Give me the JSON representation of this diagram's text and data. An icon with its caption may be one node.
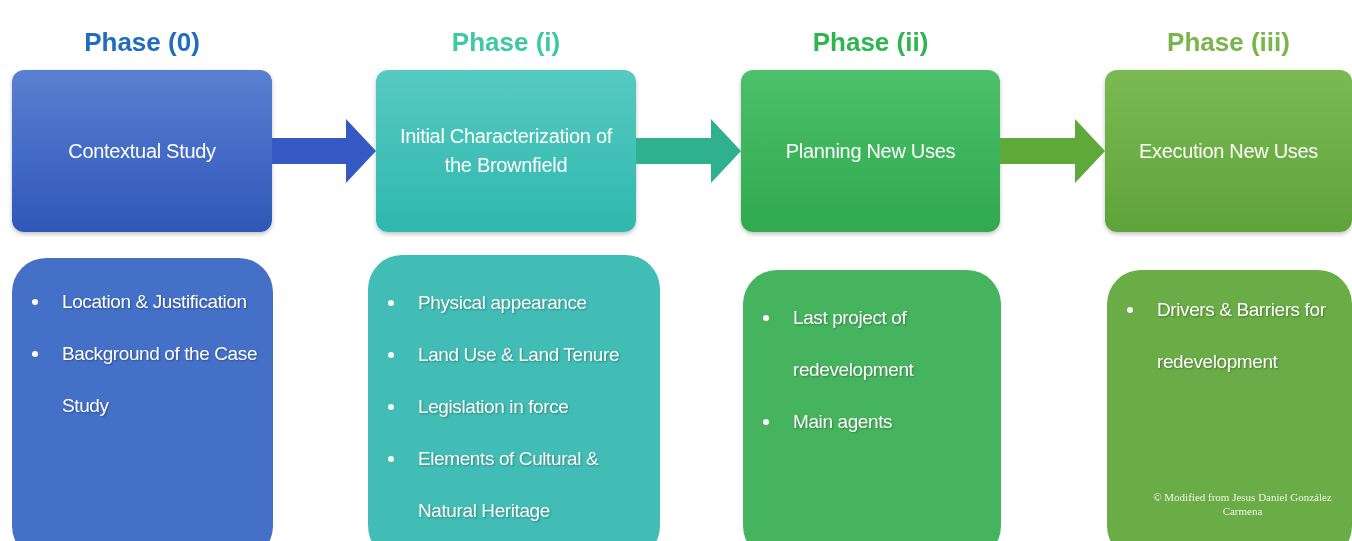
{
  "diagram": {
    "nodes": [
      {
        "text": [
          "Phase (0)",
          "Contextual Study"
        ]
      },
      {
        "text": [
          "Phase (i)",
          "Initial Characterization of the Brownfield"
        ]
      },
      {
        "text": [
          "Phase (ii)",
          "Planning New Uses"
        ]
      },
      {
        "text": [
          "Phase (iii)",
          "Execution New Uses"
        ]
      },
      {
        "text": [
          "Location & Justification",
          "Background of the Case Study"
        ]
      },
      {
        "text": [
          "Physical appearance",
          "Land Use & Land Tenure",
          "Legislation in force",
          "Elements of Cultural & Natural Heritage"
        ]
      },
      {
        "text": [
          "Last project of redevelopment",
          "Main agents"
        ]
      },
      {
        "text": [
          "Drivers & Barriers for redevelopment"
        ]
      }
    ],
    "edges": [
      {
        "from": 0,
        "to": 1,
        "arrow": "to",
        "color": "#3459c2"
      },
      {
        "from": 1,
        "to": 2,
        "arrow": "to",
        "color": "#2fb08f"
      },
      {
        "from": 2,
        "to": 3,
        "arrow": "to",
        "color": "#5fa83a"
      }
    ],
    "labels": [
      "© Modified from Jesus Daniel González Carmena"
    ]
  }
}
